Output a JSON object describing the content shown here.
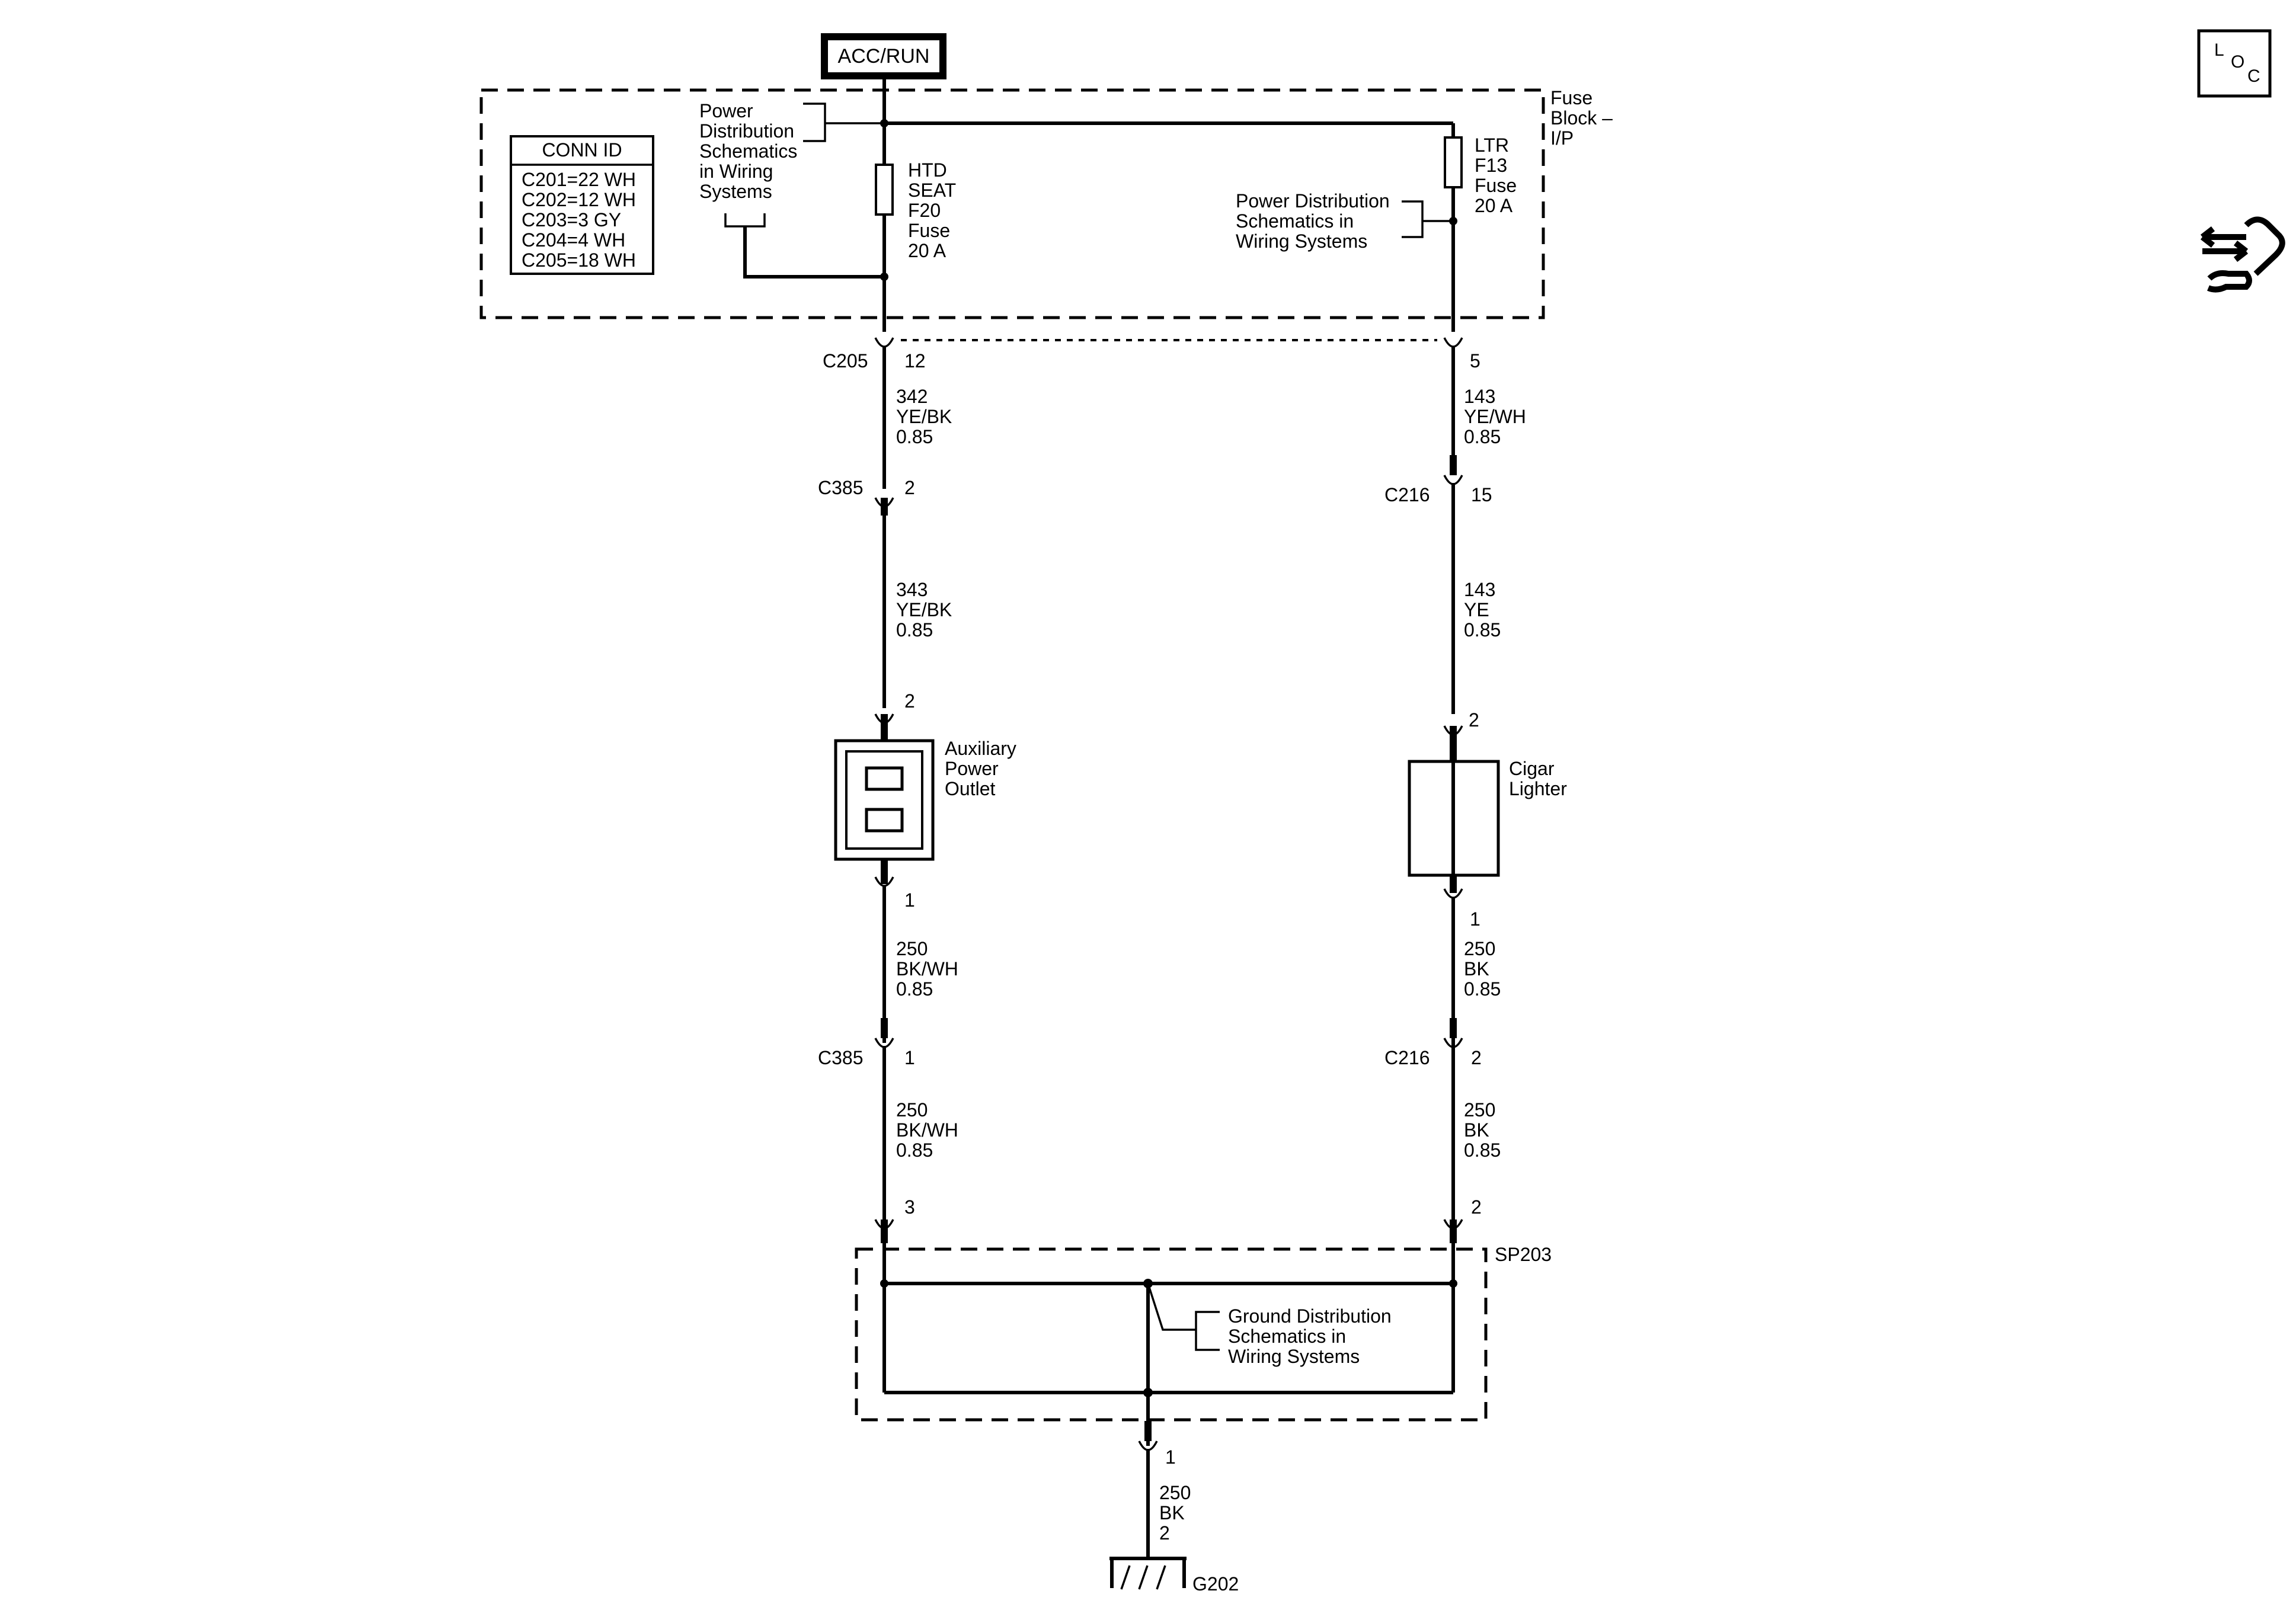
{
  "title_box": "ACC/RUN",
  "fuse_block_label": [
    "Fuse",
    "Block –",
    "I/P"
  ],
  "conn_id": {
    "header": "CONN ID",
    "rows": [
      "C201=22 WH",
      "C202=12 WH",
      "C203=3 GY",
      "C204=4 WH",
      "C205=18 WH"
    ]
  },
  "power_dist_left": [
    "Power",
    "Distribution",
    "Schematics",
    "in Wiring",
    "Systems"
  ],
  "power_dist_right": [
    "Power Distribution",
    "Schematics in",
    "Wiring Systems"
  ],
  "fuse_left": [
    "HTD",
    "SEAT",
    "F20",
    "Fuse",
    "20 A"
  ],
  "fuse_right": [
    "LTR",
    "F13",
    "Fuse",
    "20 A"
  ],
  "connectors": {
    "c205": "C205",
    "c205_pin_left": "12",
    "c205_pin_right": "5",
    "c385_top": "C385",
    "c385_top_pin": "2",
    "c216_top": "C216",
    "c216_top_pin": "15",
    "c385_bottom": "C385",
    "c385_bottom_pin": "1",
    "c216_bottom": "C216",
    "c216_bottom_pin": "2"
  },
  "wires": {
    "left_1": [
      "342",
      "YE/BK",
      "0.85"
    ],
    "left_2": [
      "343",
      "YE/BK",
      "0.85"
    ],
    "left_3": [
      "250",
      "BK/WH",
      "0.85"
    ],
    "left_4": [
      "250",
      "BK/WH",
      "0.85"
    ],
    "right_1": [
      "143",
      "YE/WH",
      "0.85"
    ],
    "right_2": [
      "143",
      "YE",
      "0.85"
    ],
    "right_3": [
      "250",
      "BK",
      "0.85"
    ],
    "right_4": [
      "250",
      "BK",
      "0.85"
    ],
    "ground": [
      "250",
      "BK",
      "2"
    ]
  },
  "components": {
    "aux_outlet": [
      "Auxiliary",
      "Power",
      "Outlet"
    ],
    "aux_pin_top": "2",
    "aux_pin_bottom": "1",
    "cigar": [
      "Cigar",
      "Lighter"
    ],
    "cigar_pin_top": "2",
    "cigar_pin_bottom": "1"
  },
  "splice": {
    "label": "SP203",
    "pin_left": "3",
    "pin_right": "2",
    "pin_bottom": "1",
    "ground_dist": [
      "Ground Distribution",
      "Schematics in",
      "Wiring Systems"
    ]
  },
  "ground_label": "G202",
  "icons": {
    "loc_letters": [
      "L",
      "O",
      "C"
    ],
    "loc_icon": "location-view-icon",
    "connector_icon": "connector-end-view-icon"
  }
}
